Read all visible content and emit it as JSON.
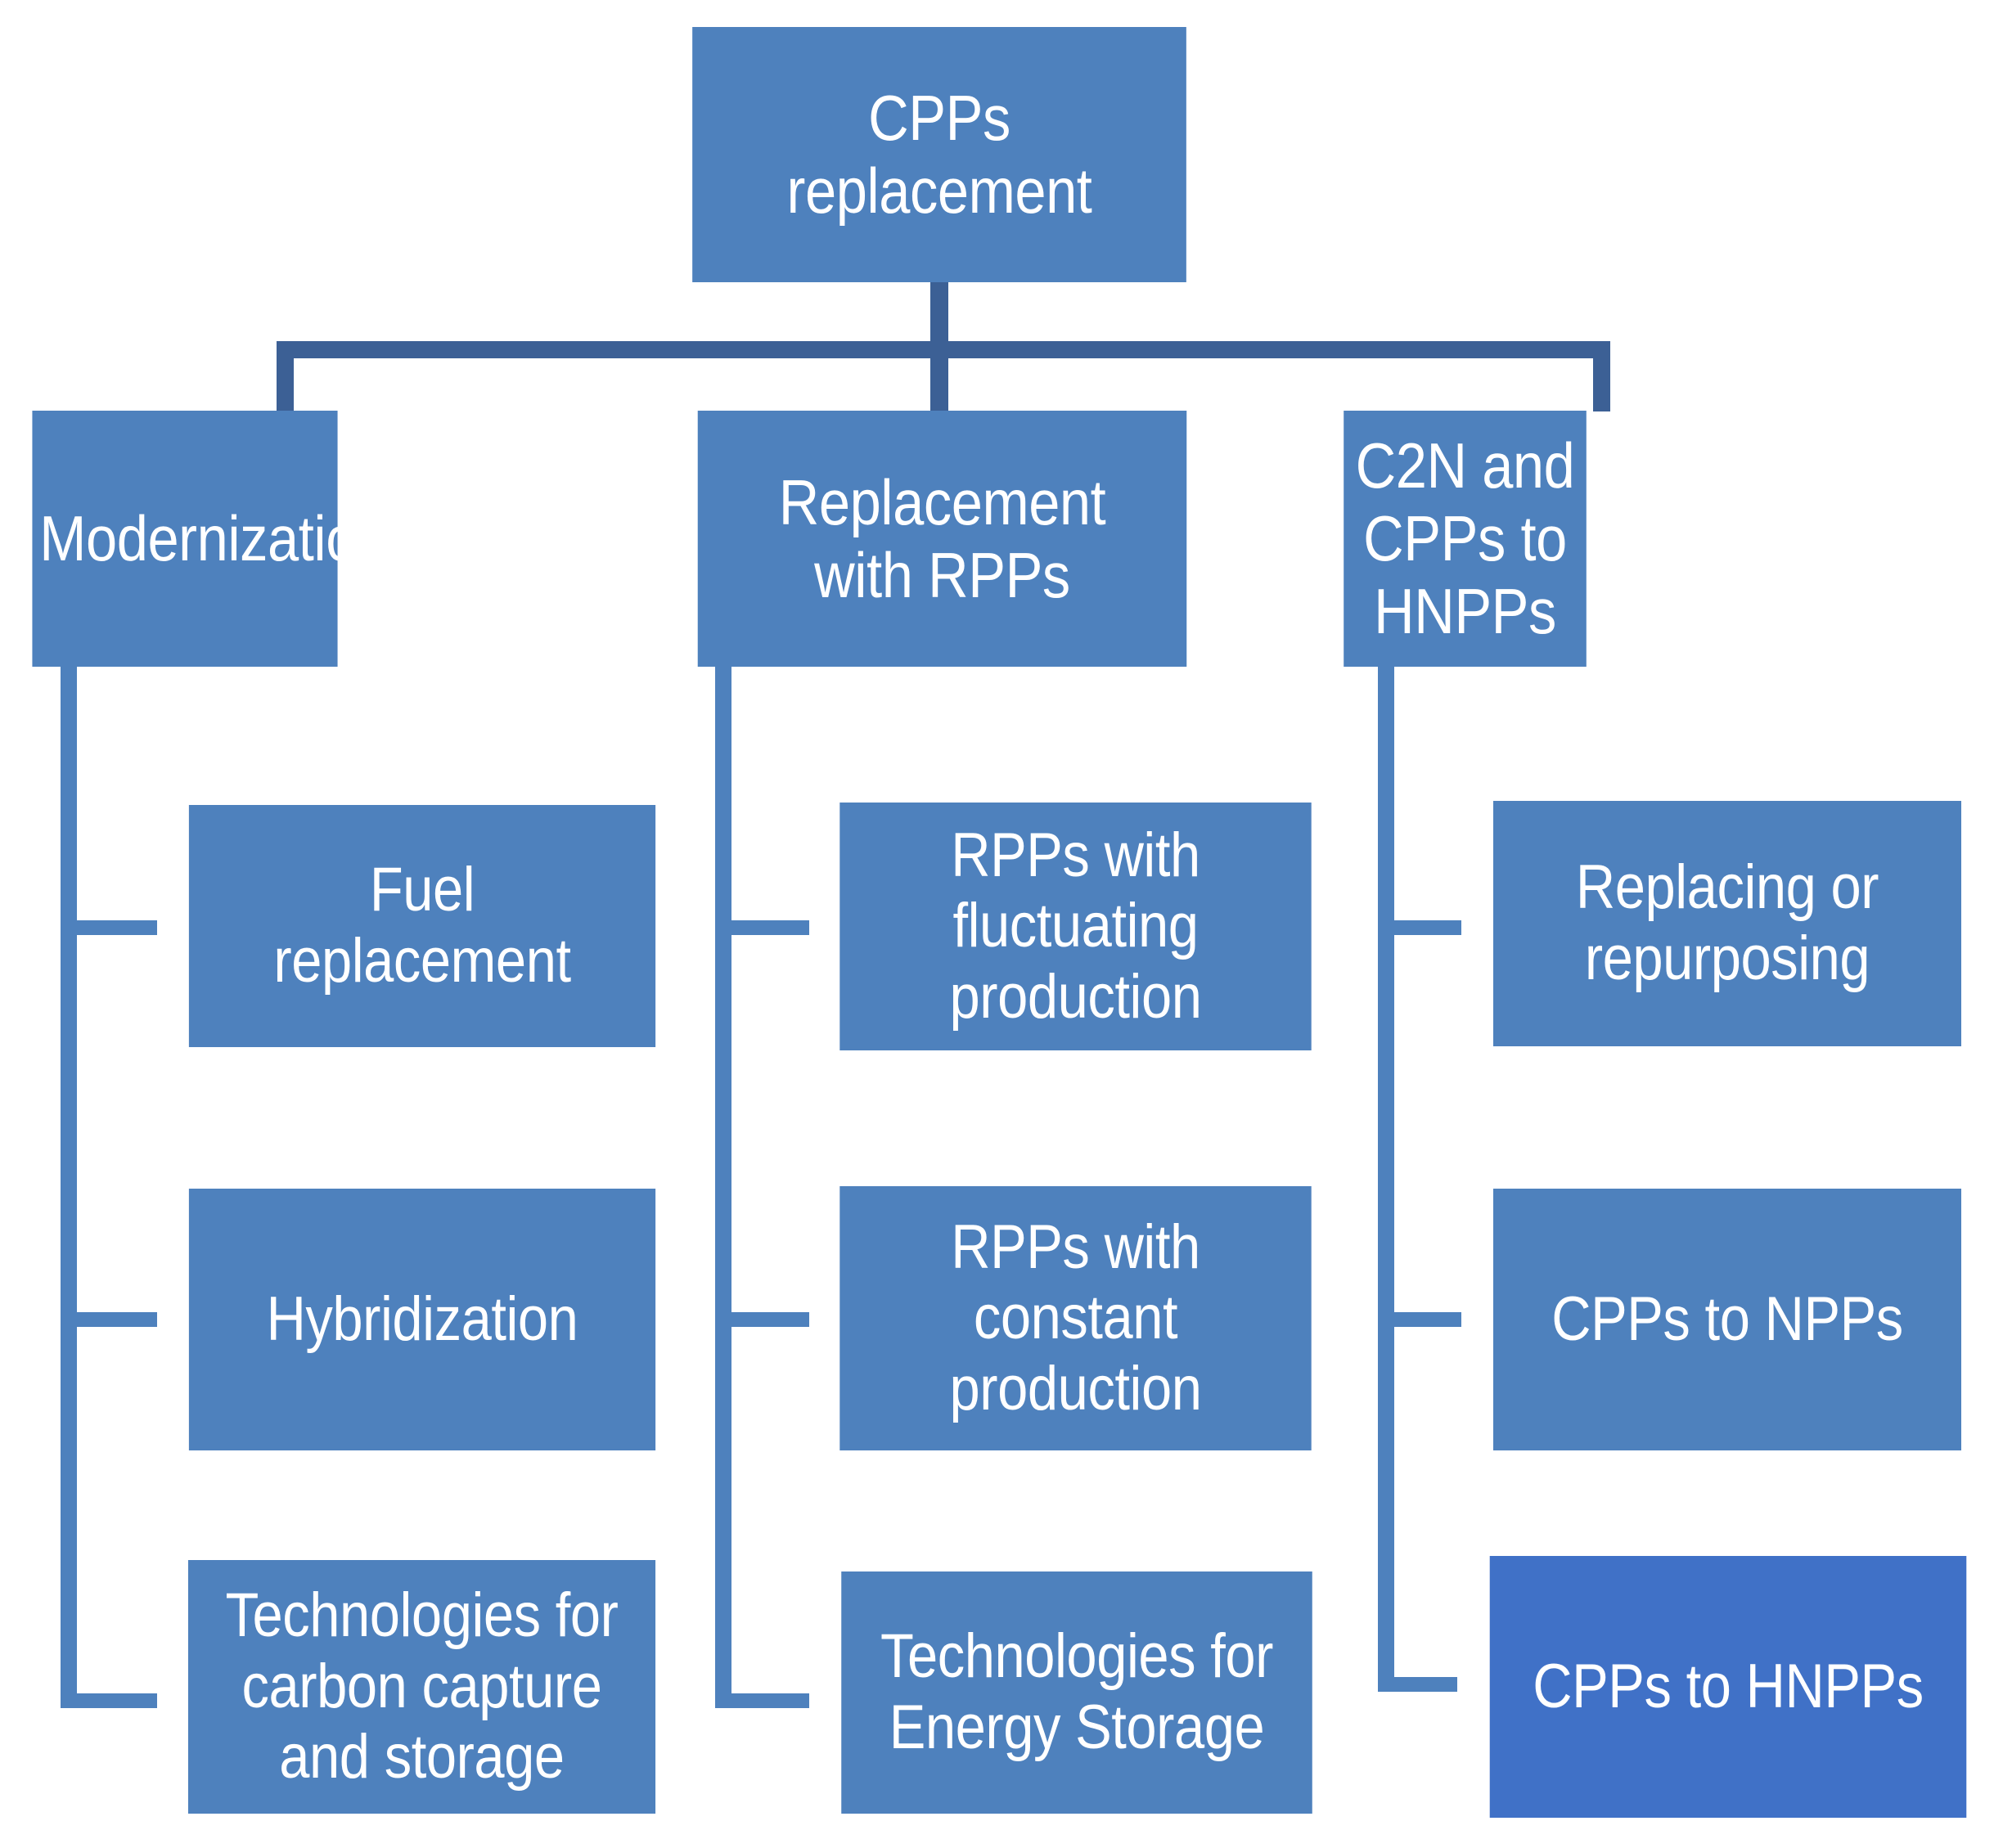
{
  "diagram": {
    "title": "CPPs replacement",
    "type": "hierarchy-tree",
    "colors": {
      "node_fill": "#4E81BD",
      "node_fill_highlight": "#4071C7",
      "connector_dark": "#3C6095",
      "connector_light": "#4E81BD",
      "node_text": "#FFFFFF",
      "background": "#FFFFFF"
    },
    "root": {
      "label": "CPPs\nreplacement"
    },
    "branches": [
      {
        "label": "Modernization",
        "children": [
          {
            "label": "Fuel\nreplacement"
          },
          {
            "label": "Hybridization"
          },
          {
            "label": "Technologies for\ncarbon capture\nand storage"
          }
        ]
      },
      {
        "label": "Replacement\nwith RPPs",
        "children": [
          {
            "label": "RPPs with\nfluctuating\nproduction"
          },
          {
            "label": "RPPs with\nconstant\nproduction"
          },
          {
            "label": "Technologies for\nEnergy Storage"
          }
        ]
      },
      {
        "label": "C2N and CPPs to\nHNPPs",
        "children": [
          {
            "label": "Replacing or\nrepurposing"
          },
          {
            "label": "CPPs to NPPs"
          },
          {
            "label": "CPPs to HNPPs",
            "highlight": true
          }
        ]
      }
    ]
  }
}
